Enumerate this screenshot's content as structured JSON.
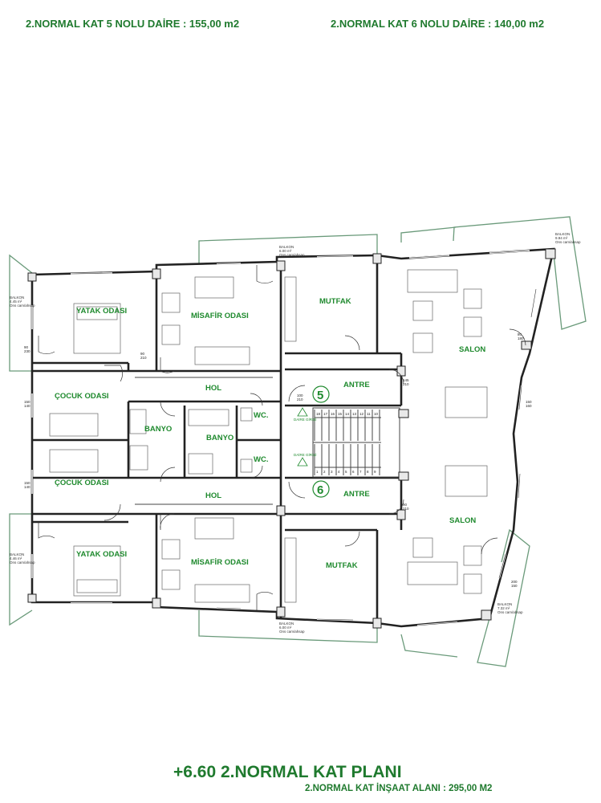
{
  "header": {
    "left": "2.NORMAL KAT  5  NOLU DAİRE : 155,00 m2",
    "right": "2.NORMAL KAT  6  NOLU DAİRE : 140,00 m2"
  },
  "rooms": {
    "yatak_top": "YATAK ODASI",
    "misafir_top": "MİSAFİR ODASI",
    "mutfak_top": "MUTFAK",
    "salon_top": "SALON",
    "cocuk_top": "ÇOCUK ODASI",
    "hol_top": "HOL",
    "antre_top": "ANTRE",
    "banyo_left": "BANYO",
    "banyo_mid": "BANYO",
    "wc_top": "WC.",
    "wc_bottom": "WC.",
    "cocuk_bottom": "ÇOCUK ODASI",
    "hol_bottom": "HOL",
    "antre_bottom": "ANTRE",
    "salon_bottom": "SALON",
    "yatak_bottom": "YATAK ODASI",
    "misafir_bottom": "MİSAFİR ODASI",
    "mutfak_bottom": "MUTFAK"
  },
  "apartments": {
    "top": "5",
    "bottom": "6"
  },
  "stairs": {
    "upper_numbers": [
      "18",
      "17",
      "16",
      "15",
      "14",
      "13",
      "12",
      "11",
      "10"
    ],
    "lower_numbers": [
      "1",
      "2",
      "3",
      "4",
      "5",
      "6",
      "7",
      "8",
      "9"
    ],
    "daire_girisi_top": "DAİRE GİRİŞİ",
    "daire_girisi_bottom": "DAİRE GİRİŞİ"
  },
  "balconies": {
    "top_mid": {
      "title": "BALKON",
      "area": "6.00 m²",
      "note": "Ons cam/ahsap"
    },
    "top_right": {
      "title": "BALKON",
      "area": "9.94 m²",
      "note": "Ons cam/ahsap"
    },
    "left_top": {
      "title": "BALKON",
      "area": "4.45 m²",
      "note": "Ons cam/ahsap"
    },
    "left_bottom": {
      "title": "BALKON",
      "area": "4.46 m²",
      "note": "Ons cam/ahsap"
    },
    "bottom_mid": {
      "title": "BALKON",
      "area": "6.00 m²",
      "note": "Ons cam/ahsap"
    },
    "bottom_right": {
      "title": "BALKON",
      "area": "7.32 m²",
      "note": "Ons cam/ahsap"
    }
  },
  "dimensions": {
    "d1": "100\n210",
    "d2": "90\n210",
    "d3": "150\n140",
    "d4": "145\n210",
    "d5": "90\n230",
    "d6": "150\n140",
    "d7": "200\n150",
    "d8": "80\n180",
    "d9": "90\n210",
    "d10": "150\n160"
  },
  "title": {
    "main": "+6.60  2.NORMAL KAT PLANI",
    "sub": "2.NORMAL KAT İNŞAAT ALANI : 295,00 M2"
  }
}
